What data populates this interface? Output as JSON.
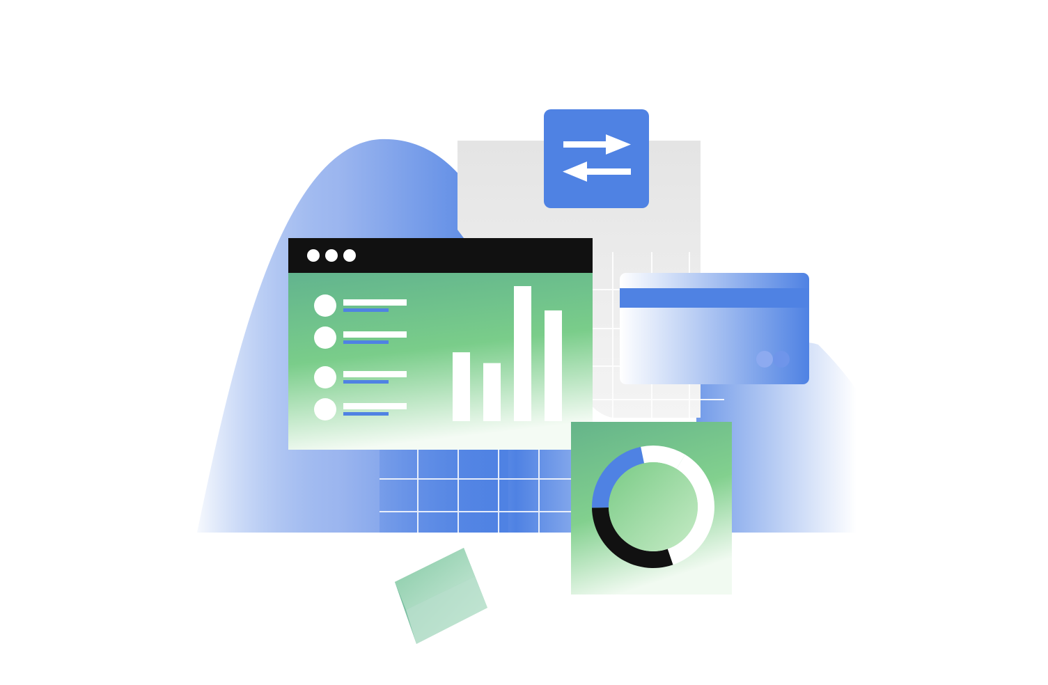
{
  "illustration": {
    "colors": {
      "accent_blue": "#4F82E3",
      "accent_blue_light": "#A9C1F2",
      "accent_green": "#6CC48A",
      "accent_green_dark": "#5FAE8F",
      "dark": "#111111",
      "paper_gray": "#EBEBEB",
      "white": "#FFFFFF"
    },
    "icons": {
      "exchange": "swap-arrows-icon",
      "card": "credit-card-icon",
      "cube": "cube-icon"
    },
    "dashboard_window": {
      "title_dots": 3,
      "list_items": 4,
      "bar_chart": {
        "bars": 4,
        "relative_heights": [
          0.51,
          0.43,
          1.0,
          0.82
        ]
      }
    },
    "donut": {
      "segments": [
        {
          "name": "white",
          "fraction": 0.36,
          "color": "#FFFFFF"
        },
        {
          "name": "dark",
          "fraction": 0.3,
          "color": "#111111"
        },
        {
          "name": "blue",
          "fraction": 0.22,
          "color": "#4F82E3"
        },
        {
          "name": "white-2",
          "fraction": 0.12,
          "color": "#FFFFFF"
        }
      ]
    }
  }
}
